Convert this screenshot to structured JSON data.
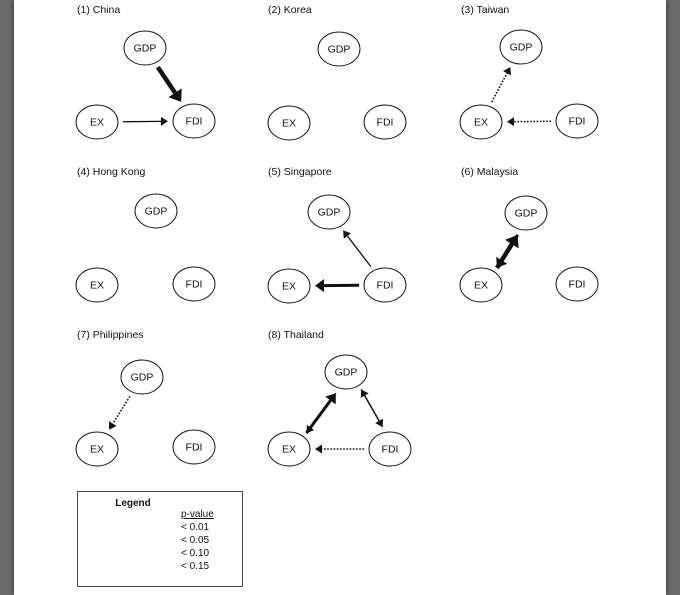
{
  "panels": [
    {
      "title": "(1) China",
      "nodes": {
        "gdp": "GDP",
        "ex": "EX",
        "fdi": "FDI"
      }
    },
    {
      "title": "(2) Korea",
      "nodes": {
        "gdp": "GDP",
        "ex": "EX",
        "fdi": "FDI"
      }
    },
    {
      "title": "(3) Taiwan",
      "nodes": {
        "gdp": "GDP",
        "ex": "EX",
        "fdi": "FDI"
      }
    },
    {
      "title": "(4) Hong Kong",
      "nodes": {
        "gdp": "GDP",
        "ex": "EX",
        "fdi": "FDI"
      }
    },
    {
      "title": "(5) Singapore",
      "nodes": {
        "gdp": "GDP",
        "ex": "EX",
        "fdi": "FDI"
      }
    },
    {
      "title": "(6) Malaysia",
      "nodes": {
        "gdp": "GDP",
        "ex": "EX",
        "fdi": "FDI"
      }
    },
    {
      "title": "(7) Philippines",
      "nodes": {
        "gdp": "GDP",
        "ex": "EX",
        "fdi": "FDI"
      }
    },
    {
      "title": "(8) Thailand",
      "nodes": {
        "gdp": "GDP",
        "ex": "EX",
        "fdi": "FDI"
      }
    }
  ],
  "links": [
    {
      "panel": 0,
      "from": "gdp",
      "to": "fdi",
      "p": "< 0.01"
    },
    {
      "panel": 0,
      "from": "ex",
      "to": "fdi",
      "p": "< 0.10"
    },
    {
      "panel": 2,
      "from": "ex",
      "to": "gdp",
      "p": "< 0.15"
    },
    {
      "panel": 2,
      "from": "fdi",
      "to": "ex",
      "p": "< 0.15"
    },
    {
      "panel": 4,
      "from": "fdi",
      "to": "gdp",
      "p": "< 0.10"
    },
    {
      "panel": 4,
      "from": "fdi",
      "to": "ex",
      "p": "< 0.05"
    },
    {
      "panel": 5,
      "from": "ex",
      "to": "gdp",
      "p": "< 0.01"
    },
    {
      "panel": 5,
      "from": "gdp",
      "to": "ex",
      "p": "< 0.05"
    },
    {
      "panel": 6,
      "from": "gdp",
      "to": "ex",
      "p": "< 0.15"
    },
    {
      "panel": 7,
      "from": "ex",
      "to": "gdp",
      "p": "< 0.05"
    },
    {
      "panel": 7,
      "from": "gdp",
      "to": "ex",
      "p": "< 0.15"
    },
    {
      "panel": 7,
      "from": "gdp",
      "to": "fdi",
      "p": "< 0.15"
    },
    {
      "panel": 7,
      "from": "fdi",
      "to": "gdp",
      "p": "< 0.10"
    },
    {
      "panel": 7,
      "from": "fdi",
      "to": "ex",
      "p": "< 0.15"
    }
  ],
  "legend": {
    "title": "Legend",
    "header": "p-value",
    "items": [
      "< 0.01",
      "< 0.05",
      "< 0.10",
      "< 0.15"
    ]
  },
  "colors": {
    "ink": "#111111",
    "page": "#ffffff",
    "background": "#6b6b6b"
  }
}
